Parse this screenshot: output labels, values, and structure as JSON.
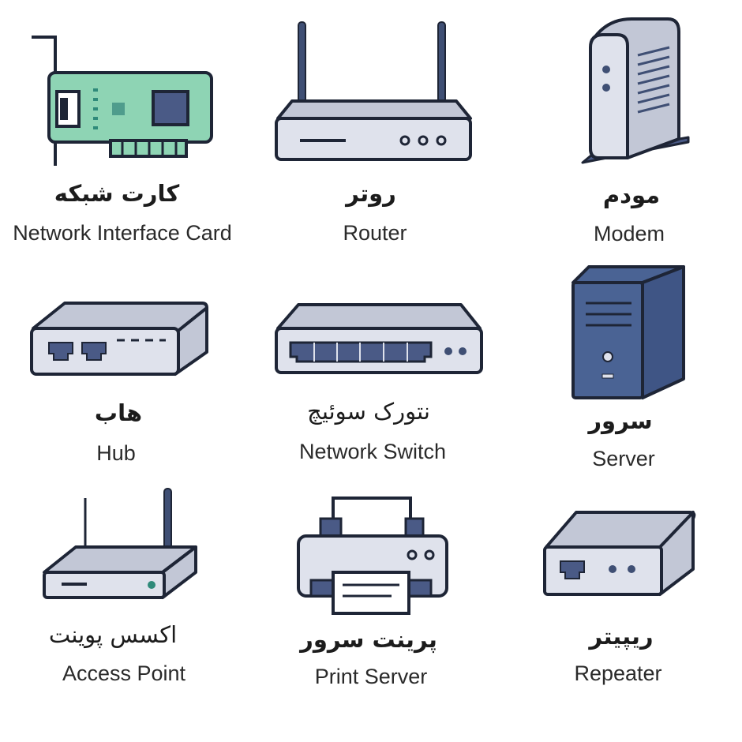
{
  "colors": {
    "outline": "#1e2536",
    "device_fill": "#dfe2ec",
    "device_dark": "#c2c7d6",
    "pcb_green": "#8ed4b4",
    "navy": "#4a6394",
    "accent_teal": "#2f8a7a"
  },
  "devices": [
    {
      "icon": "network-card-icon",
      "fa": "کارت شبکه",
      "en": "Network Interface Card"
    },
    {
      "icon": "router-icon",
      "fa": "روتر",
      "en": "Router"
    },
    {
      "icon": "modem-icon",
      "fa": "مودم",
      "en": "Modem"
    },
    {
      "icon": "hub-icon",
      "fa": "هاب",
      "en": "Hub"
    },
    {
      "icon": "network-switch-icon",
      "fa": "نتورک سوئیچ",
      "en": "Network Switch"
    },
    {
      "icon": "server-icon",
      "fa": "سرور",
      "en": "Server"
    },
    {
      "icon": "access-point-icon",
      "fa": "اکسس پوینت",
      "en": "Access Point"
    },
    {
      "icon": "print-server-icon",
      "fa": "پرینت سرور",
      "en": "Print Server"
    },
    {
      "icon": "repeater-icon",
      "fa": "ریپیتر",
      "en": "Repeater"
    }
  ]
}
